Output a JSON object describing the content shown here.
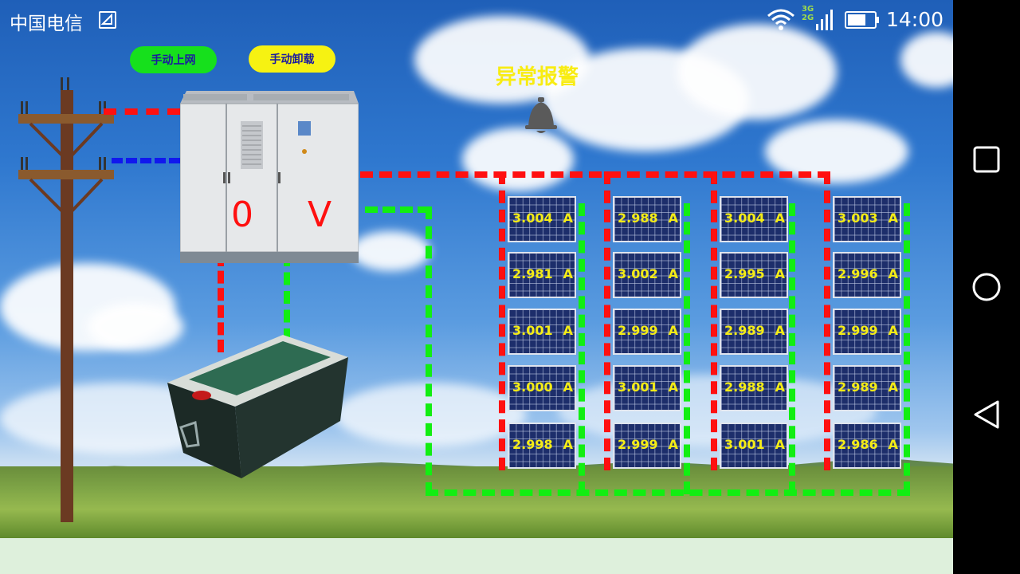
{
  "status_bar": {
    "carrier": "中国电信",
    "network_type": "3G",
    "network_type_2": "2G",
    "time": "14:00"
  },
  "buttons": {
    "manual_online": "手动上网",
    "manual_unload": "手动卸载"
  },
  "alarm": {
    "title": "异常报警"
  },
  "inverter": {
    "voltage": "0",
    "unit": "V"
  },
  "panels": {
    "unit": "A",
    "columns": [
      [
        "3.004",
        "2.981",
        "3.001",
        "3.000",
        "2.998"
      ],
      [
        "2.988",
        "3.002",
        "2.999",
        "3.001",
        "2.999"
      ],
      [
        "3.004",
        "2.995",
        "2.989",
        "2.988",
        "3.001"
      ],
      [
        "3.003",
        "2.996",
        "2.999",
        "2.989",
        "2.986"
      ]
    ]
  },
  "colors": {
    "positive_line": "#ff1010",
    "negative_line": "#12ee12",
    "grid_line": "#1018ee",
    "online_button": "#16e01c",
    "unload_button": "#f6f212",
    "value_text": "#f4ec16"
  },
  "icons": [
    "sim-icon",
    "wifi-icon",
    "signal-icon",
    "battery-icon",
    "bell-icon",
    "nav-recent-icon",
    "nav-home-icon",
    "nav-back-icon"
  ]
}
